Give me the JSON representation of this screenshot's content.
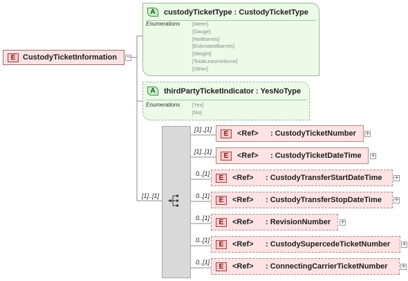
{
  "root": {
    "label": "CustodyTicketInformation",
    "badge": "E",
    "expand": "−"
  },
  "attributes": [
    {
      "badge": "A",
      "name": "custodyTicketType",
      "type": " : CustodyTicketType",
      "enum_label": "Enumerations",
      "values": [
        "[Meter]",
        "[Gauge]",
        "[NetBarrels]",
        "[EstimatedBarrels]",
        "[Weight]",
        "[TotalLeaseVolume]",
        "[Other]"
      ]
    },
    {
      "badge": "A",
      "name": "thirdPartyTicketIndicator",
      "type": " : YesNoType",
      "enum_label": "Enumerations",
      "values": [
        "[Yes]",
        "[No]"
      ]
    }
  ],
  "sequence": {
    "occurrence": "[1]..[1]"
  },
  "children": [
    {
      "badge": "E",
      "ref": "<Ref>",
      "name": ": CustodyTicketNumber",
      "occurrence": "[1]..[1]",
      "expand": "+"
    },
    {
      "badge": "E",
      "ref": "<Ref>",
      "name": ": CustodyTicketDateTime",
      "occurrence": "[1]..[1]",
      "expand": "+"
    },
    {
      "badge": "E",
      "ref": "<Ref>",
      "name": ": CustodyTransferStartDateTime",
      "occurrence": "0..[1]",
      "expand": "+"
    },
    {
      "badge": "E",
      "ref": "<Ref>",
      "name": ": CustodyTransferStopDateTime",
      "occurrence": "0..[1]",
      "expand": "+"
    },
    {
      "badge": "E",
      "ref": "<Ref>",
      "name": ": RevisionNumber",
      "occurrence": "0..[1]",
      "expand": "+"
    },
    {
      "badge": "E",
      "ref": "<Ref>",
      "name": ": CustodySupercedeTicketNumber",
      "occurrence": "0..[1]",
      "expand": "+"
    },
    {
      "badge": "E",
      "ref": "<Ref>",
      "name": ": ConnectingCarrierTicketNumber",
      "occurrence": "0..[1]",
      "expand": "+"
    }
  ],
  "colors": {
    "element_fill": "#fde3e3",
    "attribute_fill": "#ebfbe7",
    "sequence_fill": "#d9d9d9"
  }
}
